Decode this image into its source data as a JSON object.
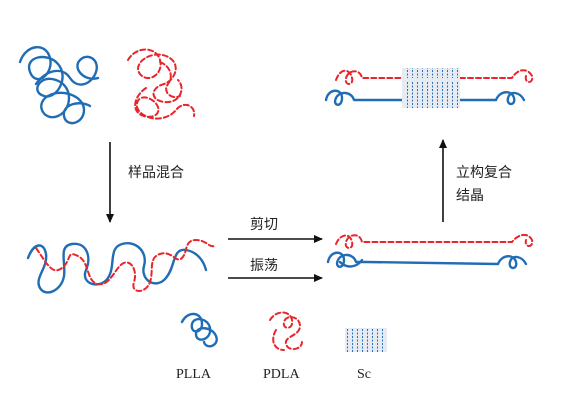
{
  "labels": {
    "mix": "样品混合",
    "shear": "剪切",
    "oscillate": "振荡",
    "stereo_line1": "立构复合",
    "stereo_line2": "结晶"
  },
  "legend": {
    "plla": "PLLA",
    "pdla": "PDLA",
    "sc": "Sc"
  },
  "colors": {
    "plla": "#1f6db5",
    "pdla": "#e8252b",
    "sc_fill": "#e6ebf2",
    "sc_lines": "#2d6fb8"
  }
}
